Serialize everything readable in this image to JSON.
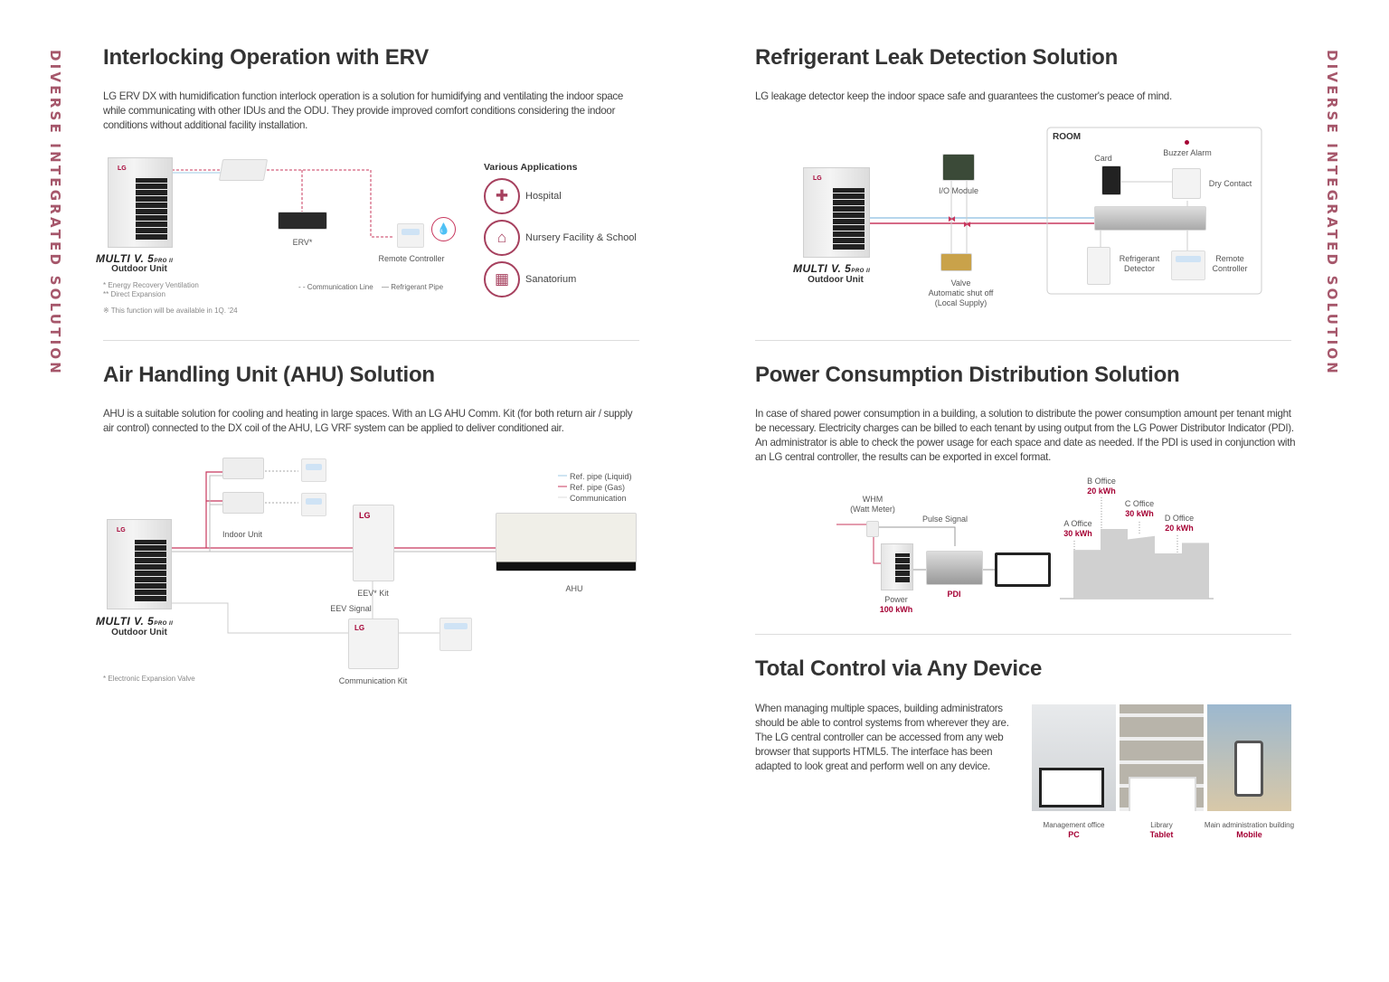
{
  "side_label": "DIVERSE INTEGRATED SOLUTION",
  "common": {
    "brand": "MULTI V. 5",
    "brand_sub": "PRO II",
    "odu": "Outdoor Unit",
    "lg": "LG"
  },
  "erv": {
    "title": "Interlocking Operation with ERV",
    "body": "LG ERV DX with humidification function interlock operation is a solution for humidifying and ventilating the indoor space while communicating with other IDUs and the ODU. They provide improved comfort conditions considering the indoor conditions without additional facility installation.",
    "erv_label": "ERV*",
    "remote": "Remote Controller",
    "foot1": "* Energy Recovery Ventilation",
    "foot2": "** Direct Expansion",
    "foot3": "※ This function will be available in 1Q. '24",
    "legend_comm": "- - Communication Line",
    "legend_pipe": "— Refrigerant Pipe",
    "apps_title": "Various Applications",
    "apps": [
      {
        "label": "Hospital",
        "icon": "hospital-icon"
      },
      {
        "label": "Nursery Facility & School",
        "icon": "school-icon"
      },
      {
        "label": "Sanatorium",
        "icon": "sanatorium-icon"
      }
    ]
  },
  "leak": {
    "title": "Refrigerant Leak Detection Solution",
    "body": "LG leakage detector keep the indoor space safe and guarantees the customer's peace of mind.",
    "room": "ROOM",
    "card": "Card",
    "buzzer": "Buzzer Alarm",
    "dry": "Dry Contact",
    "io": "I/O Module",
    "valve1": "Valve",
    "valve2": "Automatic shut off",
    "valve3": "(Local Supply)",
    "detector1": "Refrigerant",
    "detector2": "Detector",
    "remote1": "Remote",
    "remote2": "Controller"
  },
  "ahu": {
    "title": "Air Handling Unit (AHU) Solution",
    "body": "AHU is a suitable solution for cooling and heating in large spaces. With an LG AHU Comm. Kit (for both return air / supply air control) connected to the DX coil of the AHU, LG VRF system can be applied to deliver conditioned air.",
    "indoor": "Indoor Unit",
    "eev_kit": "EEV* Kit",
    "eev_signal": "EEV Signal",
    "comm_kit": "Communication Kit",
    "ahu": "AHU",
    "legend": [
      "Ref. pipe (Liquid)",
      "Ref. pipe (Gas)",
      "Communication"
    ],
    "foot": "* Electronic Expansion Valve"
  },
  "power": {
    "title": "Power Consumption Distribution Solution",
    "body": "In case of shared power consumption in a building, a solution to distribute the power consumption amount per tenant might be necessary. Electricity charges can be billed to each tenant by using output from the LG Power Distributor Indicator (PDI). An administrator is able to check the power usage for each space and date as needed. If the PDI is used in conjunction with an LG central controller, the results can be exported in excel format.",
    "whm1": "WHM",
    "whm2": "(Watt Meter)",
    "pulse": "Pulse Signal",
    "pdi": "PDI",
    "power": "Power",
    "power_val": "100 kWh",
    "offices": [
      {
        "name": "A Office",
        "val": "30 kWh"
      },
      {
        "name": "B Office",
        "val": "20 kWh"
      },
      {
        "name": "C Office",
        "val": "30 kWh"
      },
      {
        "name": "D Office",
        "val": "20 kWh"
      }
    ]
  },
  "device": {
    "title": "Total Control via Any Device",
    "body": "When managing multiple spaces, building administrators should be able to control systems from wherever they are. The LG central controller can be accessed from any web browser that supports HTML5. The interface has been adapted to look great and perform well on any device.",
    "items": [
      {
        "place": "Management office",
        "device": "PC"
      },
      {
        "place": "Library",
        "device": "Tablet"
      },
      {
        "place": "Main administration building",
        "device": "Mobile"
      }
    ]
  },
  "colors": {
    "accent": "#a50034",
    "pipe_liquid": "#9ec9e6",
    "pipe_gas": "#c8385e"
  }
}
